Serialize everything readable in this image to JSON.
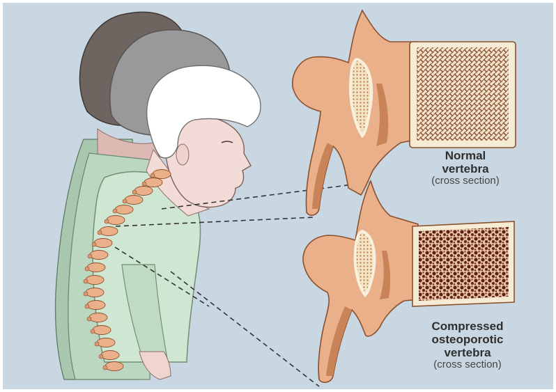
{
  "labels": {
    "normal_line1": "Normal",
    "normal_line2": "vertebra",
    "normal_line3": "(cross section)",
    "compressed_line1": "Compressed",
    "compressed_line2": "osteoporotic",
    "compressed_line3": "vertebra",
    "compressed_line4": "(cross section)"
  },
  "colors": {
    "background": "#c8d7e2",
    "bone": "#eab08a",
    "bone_shadow": "#c98358",
    "bone_cortex": "#f6ecd6",
    "healthy_trabecular": "#8a4a2a",
    "porous_trabecular": "#5e1f10",
    "shirt_front": "#cfe6d2",
    "shirt_back": "#a9c7ae",
    "skin": "#f3dcd7",
    "hair_white": "#ffffff",
    "hair_gray": "#999999",
    "hair_dark": "#6f6560"
  }
}
